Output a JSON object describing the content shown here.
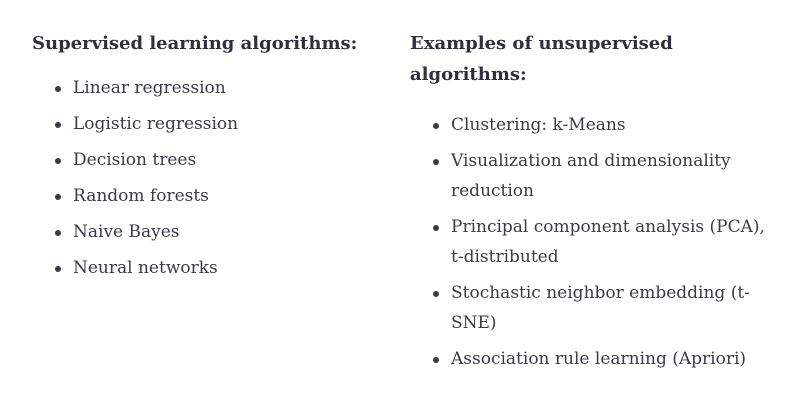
{
  "supervised": {
    "heading": "Supervised learning algorithms:",
    "items": [
      "Linear regression",
      "Logistic regression",
      "Decision trees",
      "Random forests",
      "Naive Bayes",
      "Neural networks"
    ]
  },
  "unsupervised": {
    "heading": "Examples of unsupervised algorithms:",
    "items": [
      "Clustering: k-Means",
      "Visualization and dimensionality reduction",
      "Principal component analysis (PCA), t-distributed",
      "Stochastic neighbor embedding (t-SNE)",
      "Association rule learning (Apriori)"
    ]
  }
}
